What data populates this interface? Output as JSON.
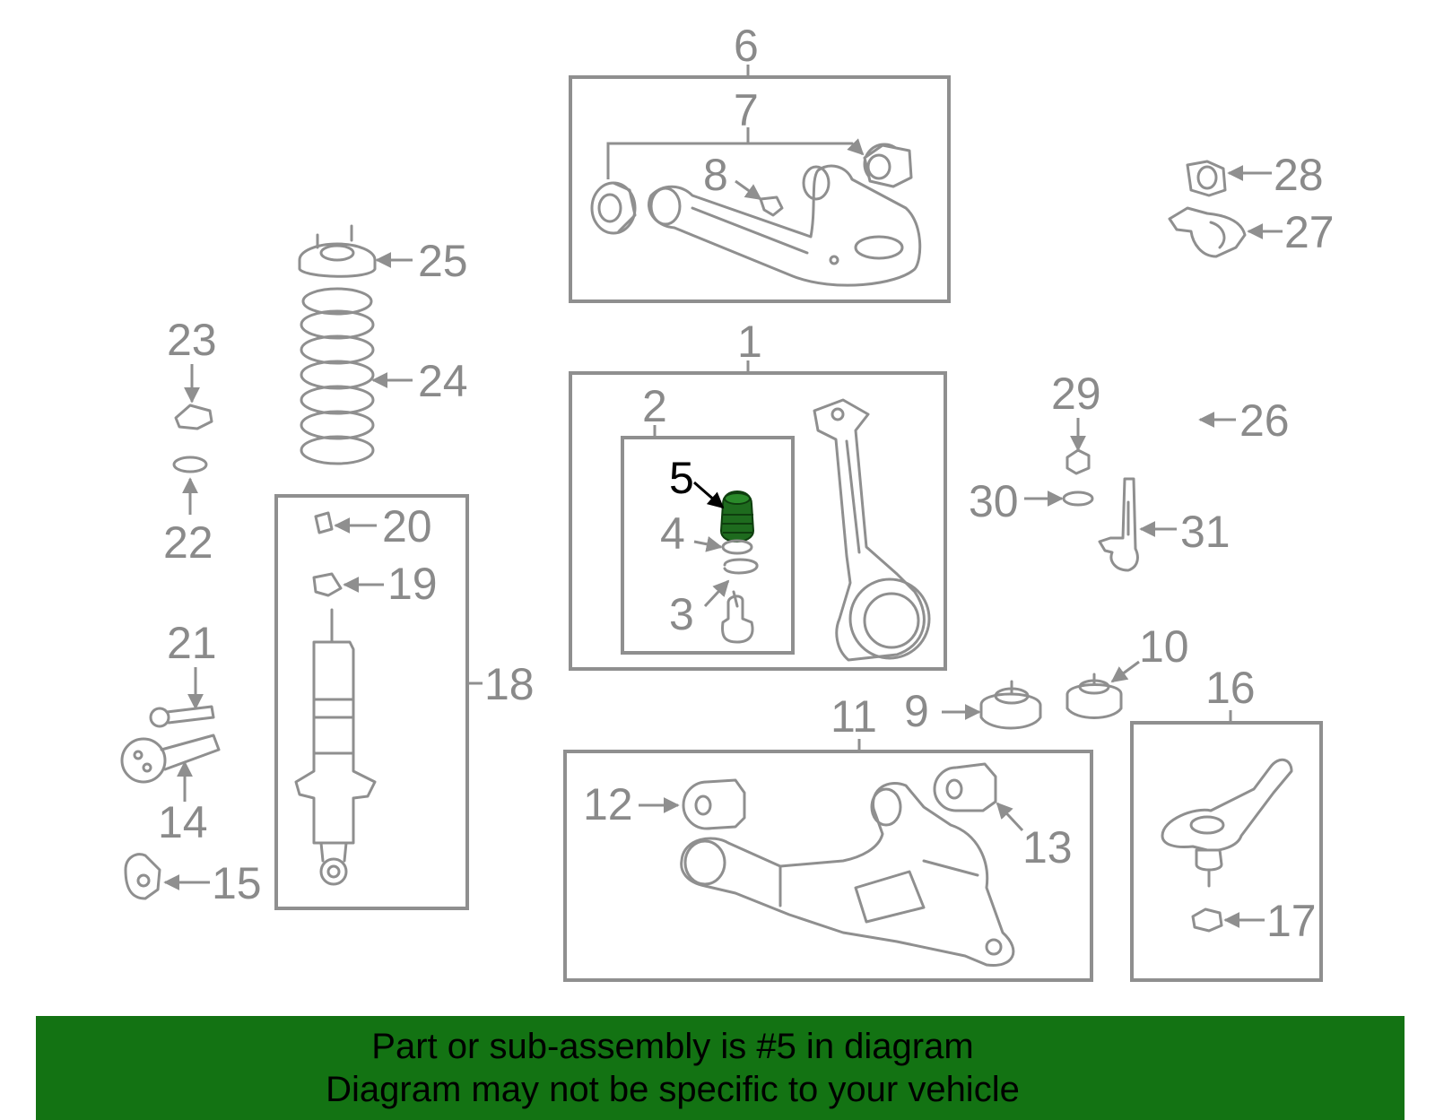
{
  "diagram": {
    "highlighted_part": "5",
    "highlight_color": "#1e6b1e",
    "callouts": {
      "c1": "1",
      "c2": "2",
      "c3": "3",
      "c4": "4",
      "c5": "5",
      "c6": "6",
      "c7": "7",
      "c8": "8",
      "c9": "9",
      "c10": "10",
      "c11": "11",
      "c12": "12",
      "c13": "13",
      "c14": "14",
      "c15": "15",
      "c16": "16",
      "c17": "17",
      "c18": "18",
      "c19": "19",
      "c20": "20",
      "c21": "21",
      "c22": "22",
      "c23": "23",
      "c24": "24",
      "c25": "25",
      "c26": "26",
      "c27": "27",
      "c28": "28",
      "c29": "29",
      "c30": "30",
      "c31": "31"
    }
  },
  "footer": {
    "line1": "Part or sub-assembly is #5 in diagram",
    "line2": "Diagram may not be specific to your vehicle",
    "background": "#137313"
  }
}
